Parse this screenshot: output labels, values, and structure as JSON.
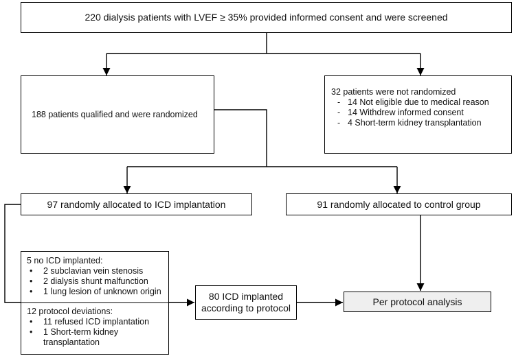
{
  "nodes": {
    "screened": "220 dialysis patients with LVEF ≥ 35% provided informed consent and were screened",
    "randomized": "188 patients qualified and were randomized",
    "not_randomized": {
      "title": "32 patients were not randomized",
      "items": [
        "14 Not eligible due to medical reason",
        "14 Withdrew informed consent",
        "4 Short-term kidney transplantation"
      ]
    },
    "icd_group": "97 randomly allocated to ICD implantation",
    "control_group": "91 randomly allocated to control group",
    "no_icd": {
      "title": "5 no ICD implanted:",
      "items": [
        "2 subclavian vein stenosis",
        "2 dialysis  shunt malfunction",
        "1 lung lesion of unknown origin"
      ]
    },
    "deviations": {
      "title": "12 protocol deviations:",
      "items": [
        "11 refused ICD implantation",
        "1 Short-term kidney transplantation"
      ]
    },
    "icd_implanted": [
      "80 ICD implanted",
      "according to protocol"
    ],
    "per_protocol": "Per protocol analysis"
  },
  "colors": {
    "stroke": "#000000",
    "shaded_box": "#efefef"
  }
}
